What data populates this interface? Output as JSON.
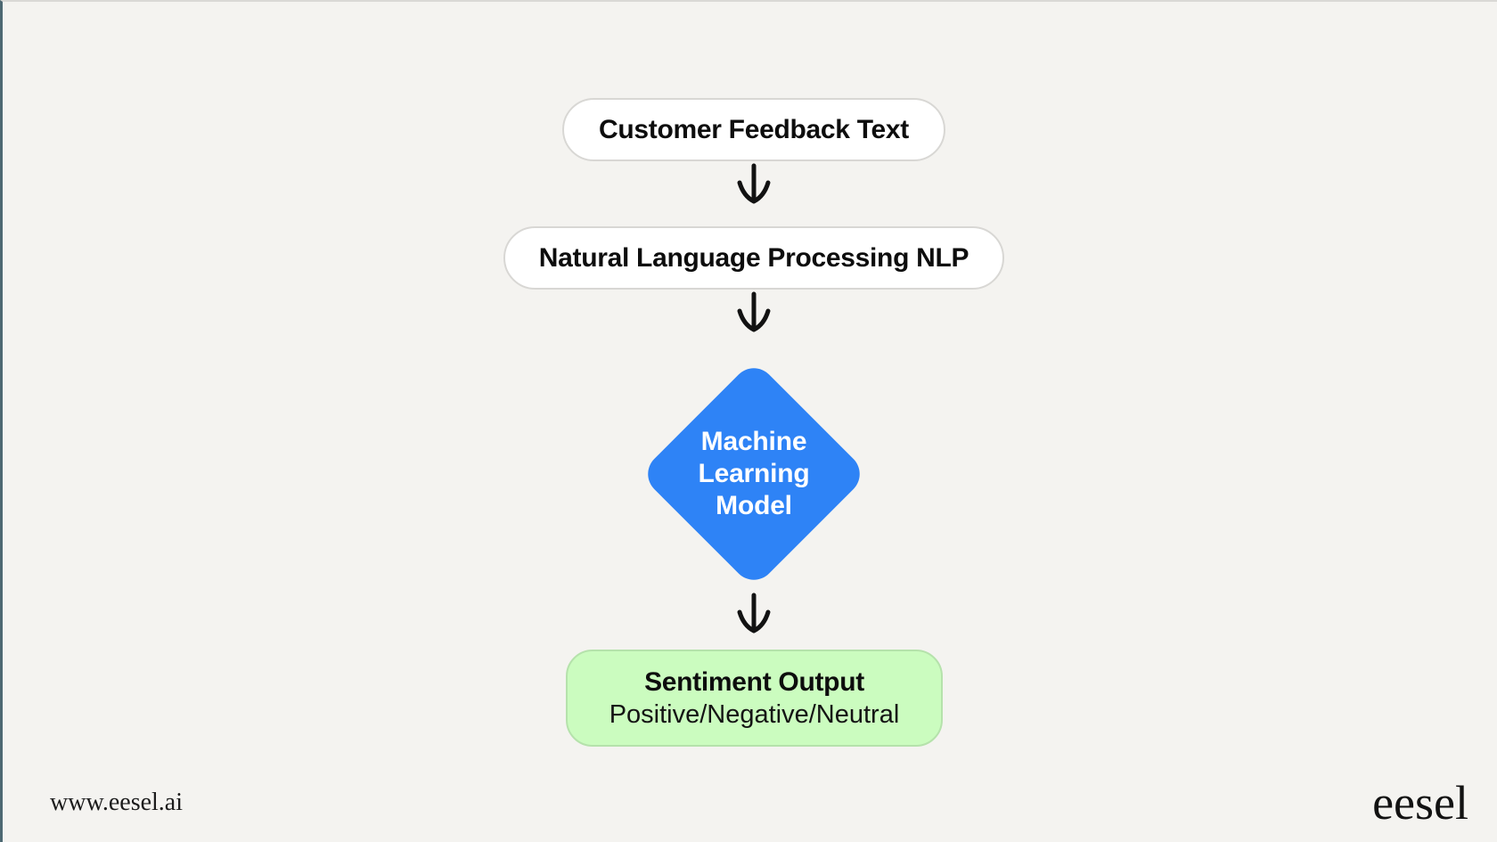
{
  "page": {
    "background": "#f4f3f0",
    "left_border_color": "#4d6872",
    "text_color": "#0d0d0d"
  },
  "flowchart": {
    "nodes": [
      {
        "id": "customer-feedback",
        "type": "pill",
        "label": "Customer Feedback Text",
        "bg": "#ffffff"
      },
      {
        "id": "nlp",
        "type": "pill",
        "label": "Natural Language Processing NLP",
        "bg": "#ffffff"
      },
      {
        "id": "ml-model",
        "type": "diamond",
        "label": "Machine Learning Model",
        "lines": [
          "Machine",
          "Learning",
          "Model"
        ],
        "bg": "#2e83f6",
        "text_color": "#ffffff"
      },
      {
        "id": "sentiment-output",
        "type": "rounded-rect",
        "title": "Sentiment Output",
        "subtitle": "Positive/Negative/Neutral",
        "bg": "#cbfcbf"
      }
    ],
    "connectors": [
      {
        "from": "customer-feedback",
        "to": "nlp",
        "style": "arrow-down",
        "color": "#121212"
      },
      {
        "from": "nlp",
        "to": "ml-model",
        "style": "arrow-down",
        "color": "#121212"
      },
      {
        "from": "ml-model",
        "to": "sentiment-output",
        "style": "arrow-down",
        "color": "#121212"
      }
    ]
  },
  "footer": {
    "website": "www.eesel.ai",
    "logo": "eesel"
  }
}
